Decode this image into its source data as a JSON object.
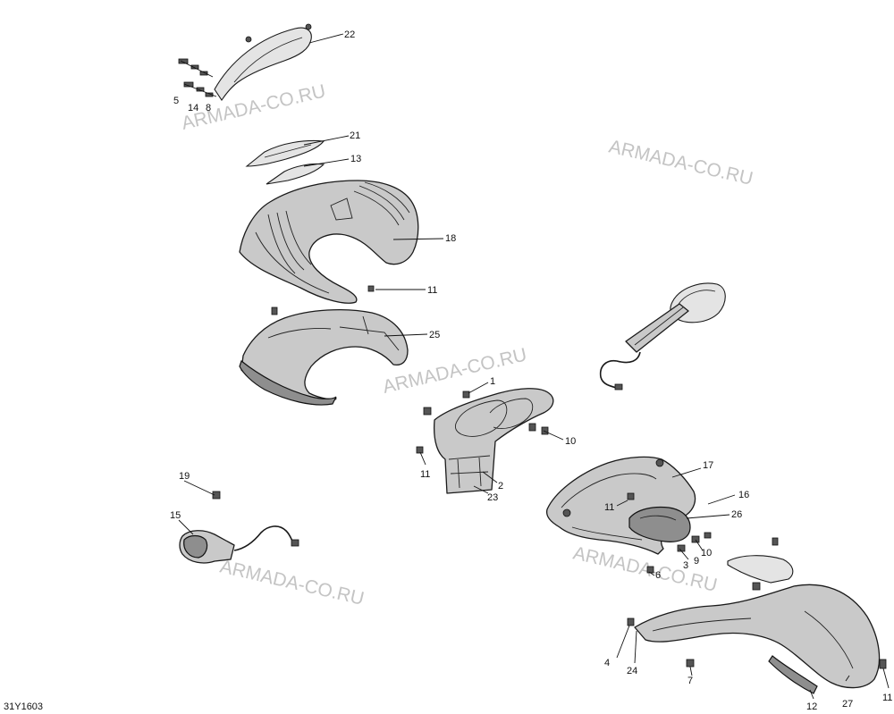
{
  "diagram_code": "31Y1603",
  "watermark": "ARMADA-CO.RU",
  "callouts": {
    "c1": "1",
    "c2": "2",
    "c3": "3",
    "c4": "4",
    "c5": "5",
    "c6": "6",
    "c7": "7",
    "c8": "8",
    "c9": "9",
    "c10a": "10",
    "c10b": "10",
    "c11a": "11",
    "c11b": "11",
    "c11c": "11",
    "c11d": "11",
    "c12": "12",
    "c13": "13",
    "c14": "14",
    "c15": "15",
    "c16": "16",
    "c17": "17",
    "c18": "18",
    "c19": "19",
    "c21": "21",
    "c22": "22",
    "c23": "23",
    "c24": "24",
    "c25": "25",
    "c26": "26",
    "c27": "27"
  }
}
